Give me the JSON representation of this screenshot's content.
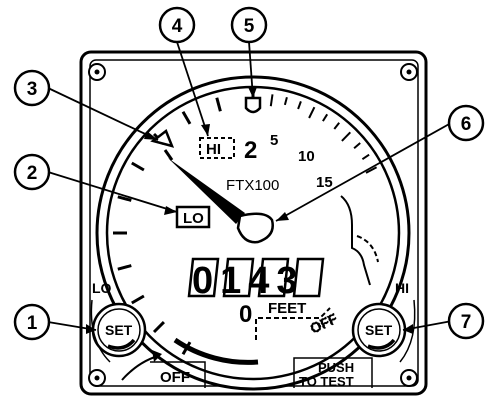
{
  "callouts": [
    "1",
    "2",
    "3",
    "4",
    "5",
    "6",
    "7"
  ],
  "instrument": {
    "model": "FTX100",
    "scale": {
      "zero": "0",
      "two": "2",
      "five": "5",
      "ten": "10",
      "fifteen": "15"
    },
    "lo_flag": "LO",
    "hi_flag": "HI",
    "digital_readout": "0143",
    "units": "FEET",
    "off_flag": "OFF"
  },
  "controls": {
    "lo_knob_label": "SET",
    "lo_corner_label": "LO",
    "hi_knob_label": "SET",
    "hi_corner_label": "HI",
    "off_label": "OFF",
    "push_label": "PUSH",
    "to_test_label": "TO TEST"
  }
}
